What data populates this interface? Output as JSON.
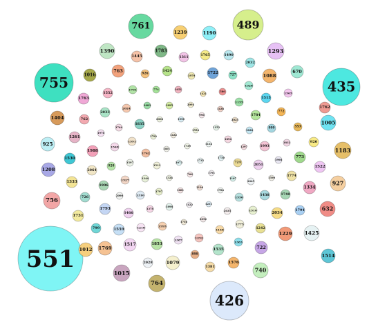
{
  "bubbles": [
    {
      "label": "551",
      "value": 551,
      "color": "#7ff5f5"
    },
    {
      "label": "426",
      "value": 426,
      "color": "#dce9fb"
    },
    {
      "label": "755",
      "value": 755,
      "color": "#3ee0c0"
    },
    {
      "label": "435",
      "value": 435,
      "color": "#4de8e0"
    },
    {
      "label": "489",
      "value": 489,
      "color": "#d6ef8c"
    },
    {
      "label": "761",
      "value": 761,
      "color": "#67d9a0"
    },
    {
      "label": "1239",
      "value": 1239,
      "color": "#f7cf72"
    },
    {
      "label": "1190",
      "value": 1190,
      "color": "#8ff0f8"
    },
    {
      "label": "1293",
      "value": 1293,
      "color": "#e7c1f5"
    },
    {
      "label": "1390",
      "value": 1390,
      "color": "#bfe6c4"
    },
    {
      "label": "1445",
      "value": 1445,
      "color": "#f5c2a8"
    },
    {
      "label": "1783",
      "value": 1783,
      "color": "#7fb887"
    },
    {
      "label": "1311",
      "value": 1311,
      "color": "#f2c3e6"
    },
    {
      "label": "1765",
      "value": 1765,
      "color": "#f5ea88"
    },
    {
      "label": "1490",
      "value": 1490,
      "color": "#b9e7ee"
    },
    {
      "label": "2032",
      "value": 2032,
      "color": "#9ee6e6"
    },
    {
      "label": "1016",
      "value": 1016,
      "color": "#a6a84a"
    },
    {
      "label": "763",
      "value": 763,
      "color": "#f2a27c"
    },
    {
      "label": "926",
      "value": 926,
      "color": "#f6c27c"
    },
    {
      "label": "1424",
      "value": 1424,
      "color": "#b6e38a"
    },
    {
      "label": "1979",
      "value": 1979,
      "color": "#f0e8b0"
    },
    {
      "label": "1722",
      "value": 1722,
      "color": "#6fa3d8"
    },
    {
      "label": "727",
      "value": 727,
      "color": "#8ce2c7"
    },
    {
      "label": "1088",
      "value": 1088,
      "color": "#f4b56c"
    },
    {
      "label": "670",
      "value": 670,
      "color": "#9fe8d3"
    },
    {
      "label": "1328",
      "value": 1328,
      "color": "#a2e8d2"
    },
    {
      "label": "1552",
      "value": 1552,
      "color": "#f7b5c6"
    },
    {
      "label": "1701",
      "value": 1701,
      "color": "#b1e3a6"
    },
    {
      "label": "774",
      "value": 774,
      "color": "#a6e49a"
    },
    {
      "label": "1051",
      "value": 1051,
      "color": "#f2b4c0"
    },
    {
      "label": "1421",
      "value": 1421,
      "color": "#f6e7b5"
    },
    {
      "label": "580",
      "value": 580,
      "color": "#ee8f8f"
    },
    {
      "label": "1565",
      "value": 1565,
      "color": "#f5c7ef"
    },
    {
      "label": "1763",
      "value": 1763,
      "color": "#f0a8d6"
    },
    {
      "label": "2024",
      "value": 2024,
      "color": "#f6c8ae"
    },
    {
      "label": "1083",
      "value": 1083,
      "color": "#99dca5"
    },
    {
      "label": "1895",
      "value": 1895,
      "color": "#d5eda3"
    },
    {
      "label": "2094",
      "value": 2094,
      "color": "#f5efd2"
    },
    {
      "label": "1438",
      "value": 1438,
      "color": "#f2d2c7"
    },
    {
      "label": "1155",
      "value": 1155,
      "color": "#9ee2a9"
    },
    {
      "label": "1515",
      "value": 1515,
      "color": "#5bd6f0"
    },
    {
      "label": "1762",
      "value": 1762,
      "color": "#ef9a92"
    },
    {
      "label": "1404",
      "value": 1404,
      "color": "#d79a5a"
    },
    {
      "label": "762",
      "value": 762,
      "color": "#f2a9b0"
    },
    {
      "label": "2033",
      "value": 2033,
      "color": "#a9e3c6"
    },
    {
      "label": "1835",
      "value": 1835,
      "color": "#8bd1c4"
    },
    {
      "label": "2006",
      "value": 2006,
      "color": "#eef2e0"
    },
    {
      "label": "1550",
      "value": 1550,
      "color": "#d8ecf3"
    },
    {
      "label": "996",
      "value": 996,
      "color": "#f7e9ec"
    },
    {
      "label": "2025",
      "value": 2025,
      "color": "#f1e3ce"
    },
    {
      "label": "1784",
      "value": 1784,
      "color": "#b4e59c"
    },
    {
      "label": "772",
      "value": 772,
      "color": "#f5b656"
    },
    {
      "label": "553",
      "value": 553,
      "color": "#e8b85a"
    },
    {
      "label": "1005",
      "value": 1005,
      "color": "#6fe3f2"
    },
    {
      "label": "1976",
      "value": 1976,
      "color": "#f4dff0"
    },
    {
      "label": "1764",
      "value": 1764,
      "color": "#f6dbe6"
    },
    {
      "label": "1792",
      "value": 1792,
      "color": "#ecf1d8"
    },
    {
      "label": "1554",
      "value": 1554,
      "color": "#eef2dc"
    },
    {
      "label": "1153",
      "value": 1153,
      "color": "#e6f4ea"
    },
    {
      "label": "1836",
      "value": 1836,
      "color": "#c3e6f2"
    },
    {
      "label": "999",
      "value": 999,
      "color": "#a3d6e0"
    },
    {
      "label": "1832",
      "value": 1832,
      "color": "#f3d6e4"
    },
    {
      "label": "920",
      "value": 920,
      "color": "#f8ea86"
    },
    {
      "label": "925",
      "value": 925,
      "color": "#bdeff5"
    },
    {
      "label": "1261",
      "value": 1261,
      "color": "#e6b3c6"
    },
    {
      "label": "1591",
      "value": 1591,
      "color": "#f1e2ca"
    },
    {
      "label": "1432",
      "value": 1432,
      "color": "#f3ede0"
    },
    {
      "label": "1894",
      "value": 1894,
      "color": "#f4d6e0"
    },
    {
      "label": "1183",
      "value": 1183,
      "color": "#e6bf69"
    },
    {
      "label": "1988",
      "value": 1988,
      "color": "#f2a0b8"
    },
    {
      "label": "1548",
      "value": 1548,
      "color": "#f5d9ea"
    },
    {
      "label": "1742",
      "value": 1742,
      "color": "#f3bea0"
    },
    {
      "label": "1401",
      "value": 1401,
      "color": "#f2f2ea"
    },
    {
      "label": "1739",
      "value": 1739,
      "color": "#f1f4e8"
    },
    {
      "label": "1134",
      "value": 1134,
      "color": "#eef5f2"
    },
    {
      "label": "1297",
      "value": 1297,
      "color": "#f6dce0"
    },
    {
      "label": "1993",
      "value": 1993,
      "color": "#f4c3d4"
    },
    {
      "label": "773",
      "value": 773,
      "color": "#9fd98c"
    },
    {
      "label": "1530",
      "value": 1530,
      "color": "#3fc7d4"
    },
    {
      "label": "1597",
      "value": 1597,
      "color": "#eef3e8"
    },
    {
      "label": "1208",
      "value": 1208,
      "color": "#a8a8e6"
    },
    {
      "label": "2064",
      "value": 2064,
      "color": "#f1e6c6"
    },
    {
      "label": "928",
      "value": 928,
      "color": "#b5e5a8"
    },
    {
      "label": "1513",
      "value": 1513,
      "color": "#f2f2da"
    },
    {
      "label": "2073",
      "value": 2073,
      "color": "#dff4f4"
    },
    {
      "label": "1735",
      "value": 1735,
      "color": "#eaf4f4"
    },
    {
      "label": "1750",
      "value": 1750,
      "color": "#e3f3f5"
    },
    {
      "label": "724",
      "value": 724,
      "color": "#eddc96"
    },
    {
      "label": "2051",
      "value": 2051,
      "color": "#eed0ee"
    },
    {
      "label": "1998",
      "value": 1998,
      "color": "#e8e6f2"
    },
    {
      "label": "1522",
      "value": 1522,
      "color": "#f0c6f4"
    },
    {
      "label": "1333",
      "value": 1333,
      "color": "#f3e494"
    },
    {
      "label": "1527",
      "value": 1527,
      "color": "#f2d6c6"
    },
    {
      "label": "1344",
      "value": 1344,
      "color": "#e9f2da"
    },
    {
      "label": "1324",
      "value": 1324,
      "color": "#f0f3e4"
    },
    {
      "label": "766",
      "value": 766,
      "color": "#f7e6e6"
    },
    {
      "label": "1791",
      "value": 1791,
      "color": "#f3eff2"
    },
    {
      "label": "1107",
      "value": 1107,
      "color": "#d4f0ea"
    },
    {
      "label": "2045",
      "value": 2045,
      "color": "#edf1f3"
    },
    {
      "label": "1590",
      "value": 1590,
      "color": "#f2f0e6"
    },
    {
      "label": "1774",
      "value": 1774,
      "color": "#efe2a6"
    },
    {
      "label": "1334",
      "value": 1334,
      "color": "#f0a8c3"
    },
    {
      "label": "927",
      "value": 927,
      "color": "#f5cfa0"
    },
    {
      "label": "1996",
      "value": 1996,
      "color": "#a9d6b4"
    },
    {
      "label": "2090",
      "value": 2090,
      "color": "#eef0ee"
    },
    {
      "label": "1310",
      "value": 1310,
      "color": "#dde9f2"
    },
    {
      "label": "1797",
      "value": 1797,
      "color": "#e9f0cc"
    },
    {
      "label": "1881",
      "value": 1881,
      "color": "#f3e2e2"
    },
    {
      "label": "1120",
      "value": 1120,
      "color": "#f3e0d6"
    },
    {
      "label": "1784",
      "value": 1784,
      "color": "#eef2ee"
    },
    {
      "label": "1550",
      "value": 1550,
      "color": "#b6e0df"
    },
    {
      "label": "1438",
      "value": 1438,
      "color": "#a8d9df"
    },
    {
      "label": "1740",
      "value": 1740,
      "color": "#a6d6b4"
    },
    {
      "label": "756",
      "value": 756,
      "color": "#f2a6a6"
    },
    {
      "label": "726",
      "value": 726,
      "color": "#a2dcd0"
    },
    {
      "label": "1793",
      "value": 1793,
      "color": "#c4d6f4"
    },
    {
      "label": "1466",
      "value": 1466,
      "color": "#f1d2f0"
    },
    {
      "label": "1378",
      "value": 1378,
      "color": "#f6d6e6"
    },
    {
      "label": "1898",
      "value": 1898,
      "color": "#e3f2ec"
    },
    {
      "label": "1422",
      "value": 1422,
      "color": "#f2eef2"
    },
    {
      "label": "1231",
      "value": 1231,
      "color": "#dfeef6"
    },
    {
      "label": "2035",
      "value": 2035,
      "color": "#f3ecec"
    },
    {
      "label": "1510",
      "value": 1510,
      "color": "#e7f0d0"
    },
    {
      "label": "2034",
      "value": 2034,
      "color": "#f6dc86"
    },
    {
      "label": "1794",
      "value": 1794,
      "color": "#a8cff2"
    },
    {
      "label": "632",
      "value": 632,
      "color": "#f08c86"
    },
    {
      "label": "1731",
      "value": 1731,
      "color": "#f3ea9e"
    },
    {
      "label": "799",
      "value": 799,
      "color": "#6fd6d6"
    },
    {
      "label": "1559",
      "value": 1559,
      "color": "#c5dff5"
    },
    {
      "label": "1218",
      "value": 1218,
      "color": "#f6e3f3"
    },
    {
      "label": "1995",
      "value": 1995,
      "color": "#f6d0b0"
    },
    {
      "label": "1756",
      "value": 1756,
      "color": "#f1ead8"
    },
    {
      "label": "2052",
      "value": 2052,
      "color": "#f0e6e6"
    },
    {
      "label": "1148",
      "value": 1148,
      "color": "#f6d8a6"
    },
    {
      "label": "1775",
      "value": 1775,
      "color": "#f1efda"
    },
    {
      "label": "1242",
      "value": 1242,
      "color": "#e8e093"
    },
    {
      "label": "1229",
      "value": 1229,
      "color": "#f29a78"
    },
    {
      "label": "1425",
      "value": 1425,
      "color": "#e6f2f3"
    },
    {
      "label": "1012",
      "value": 1012,
      "color": "#f6cf7e"
    },
    {
      "label": "1769",
      "value": 1769,
      "color": "#f5c293"
    },
    {
      "label": "1517",
      "value": 1517,
      "color": "#f3d6f2"
    },
    {
      "label": "1853",
      "value": 1853,
      "color": "#b8e4a6"
    },
    {
      "label": "1387",
      "value": 1387,
      "color": "#f0e2f3"
    },
    {
      "label": "1252",
      "value": 1252,
      "color": "#f6c5bf"
    },
    {
      "label": "1383",
      "value": 1383,
      "color": "#8ee0ec"
    },
    {
      "label": "722",
      "value": 722,
      "color": "#c6a6e6"
    },
    {
      "label": "1514",
      "value": 1514,
      "color": "#5dc6d6"
    },
    {
      "label": "1535",
      "value": 1535,
      "color": "#b3e4cb"
    },
    {
      "label": "2028",
      "value": 2028,
      "color": "#eef2f6"
    },
    {
      "label": "1079",
      "value": 1079,
      "color": "#f5f0ce"
    },
    {
      "label": "898",
      "value": 898,
      "color": "#e6ae86"
    },
    {
      "label": "1381",
      "value": 1381,
      "color": "#f6dca8"
    },
    {
      "label": "1576",
      "value": 1576,
      "color": "#f4b56c"
    },
    {
      "label": "740",
      "value": 740,
      "color": "#c4efbe"
    },
    {
      "label": "1015",
      "value": 1015,
      "color": "#c9a5bf"
    },
    {
      "label": "764",
      "value": 764,
      "color": "#c4b36e"
    }
  ]
}
